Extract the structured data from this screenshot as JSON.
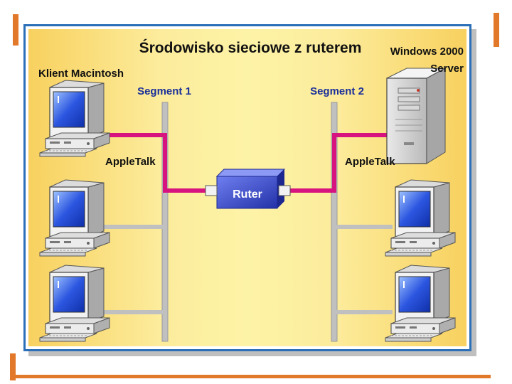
{
  "title": "Środowisko sieciowe z ruterem",
  "labels": {
    "client": "Klient Macintosh",
    "server_line1": "Windows 2000",
    "server_line2": "Server",
    "segment1": "Segment 1",
    "segment2": "Segment 2",
    "appletalk_left": "AppleTalk",
    "appletalk_right": "AppleTalk",
    "router": "Ruter"
  },
  "colors": {
    "accent_orange": "#e2782a",
    "link_magenta": "#d6137f",
    "backbone_gray": "#c0c0c0",
    "router_blue": "#3c4ed0",
    "panel_center": "#fdf3a6",
    "panel_edge": "#f8d15f",
    "label_blue": "#1a2f9a"
  },
  "icons": {
    "client": "mac-computer-icon",
    "server": "server-tower-icon",
    "router": "router-box-icon"
  }
}
